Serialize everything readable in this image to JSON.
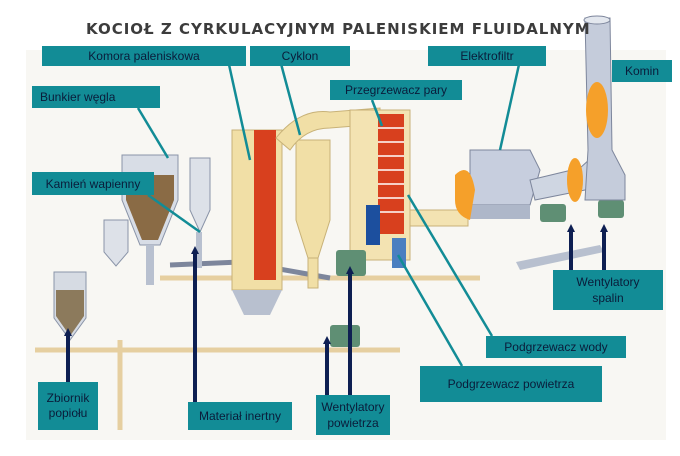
{
  "title": "KOCIOŁ Z CYRKULACYJNYM PALENISKIEM FLUIDALNYM",
  "labels": {
    "komora": "Komora paleniskowa",
    "cyklon": "Cyklon",
    "elektrofiltr": "Elektrofiltr",
    "komin": "Komin",
    "bunkier": "Bunkier węgla",
    "przegrzewacz": "Przegrzewacz pary",
    "kamien": "Kamień wapienny",
    "zbiornik": "Zbiornik popiołu",
    "material": "Materiał inertny",
    "wentylatory_powietrza": "Wentylatory powietrza",
    "podgrzewacz_wody": "Podgrzewacz wody",
    "podgrzewacz_powietrza": "Podgrzewacz powietrza",
    "wentylatory_spalin": "Wentylatory spalin"
  },
  "colors": {
    "label_bg": "#128c96",
    "label_text": "#0a1c3a",
    "arrow": "#0e1f52",
    "furnace": "#d8401e",
    "hot_flame": "#f5a02a",
    "duct": "#f3e3b2",
    "steel": "#a9b4c8"
  }
}
